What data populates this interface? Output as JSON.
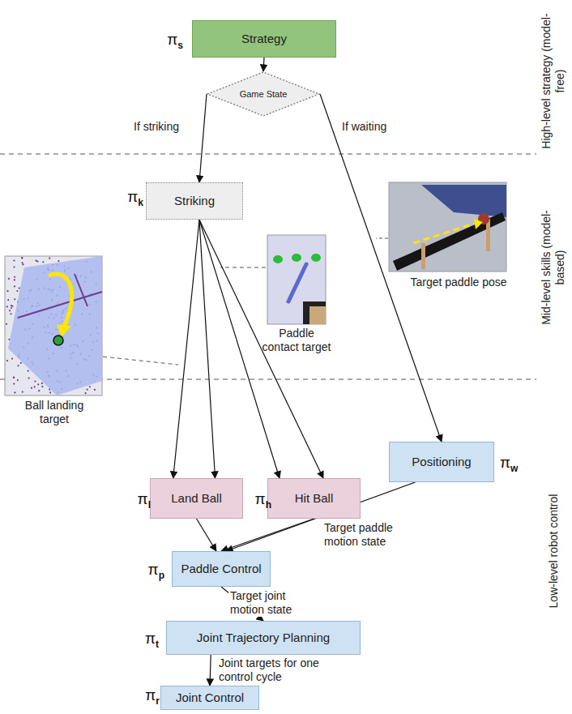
{
  "diagram": {
    "nodes": [
      {
        "text": [
          "Strategy",
          "πs"
        ]
      },
      {
        "text": [
          "Game State"
        ]
      },
      {
        "text": [
          "Striking",
          "πk"
        ]
      },
      {
        "text": [
          "Positioning",
          "πw"
        ]
      },
      {
        "text": [
          "Land Ball",
          "πl"
        ]
      },
      {
        "text": [
          "Hit Ball",
          "πh"
        ]
      },
      {
        "text": [
          "Paddle Control",
          "πp"
        ]
      },
      {
        "text": [
          "Joint Trajectory Planning",
          "πt"
        ]
      },
      {
        "text": [
          "Joint Control",
          "πr"
        ]
      }
    ],
    "edges": [
      {
        "from": 0,
        "to": 1,
        "arrow": "to"
      },
      {
        "from": 1,
        "to": 2,
        "label": "If striking",
        "arrow": "to"
      },
      {
        "from": 1,
        "to": 3,
        "label": "If waiting",
        "arrow": "to"
      },
      {
        "from": 2,
        "to": 4,
        "arrow": "to"
      },
      {
        "from": 2,
        "to": 4,
        "arrow": "to"
      },
      {
        "from": 2,
        "to": 5,
        "arrow": "to"
      },
      {
        "from": 2,
        "to": 5,
        "arrow": "to"
      },
      {
        "from": 4,
        "to": 6,
        "arrow": "to"
      },
      {
        "from": 5,
        "to": 6,
        "arrow": "to"
      },
      {
        "from": 3,
        "to": 6,
        "label": "Target paddle motion state",
        "arrow": "to"
      },
      {
        "from": 6,
        "to": 7,
        "label": "Target joint motion state",
        "arrow": "to"
      },
      {
        "from": 7,
        "to": 8,
        "label": "Joint targets for one control cycle",
        "arrow": "to"
      }
    ],
    "labels": [
      "High-level strategy (model-free)",
      "Mid-level skills (model-based)",
      "Low-level robot control",
      "Ball landing target",
      "Paddle contact target",
      "Target paddle pose"
    ]
  }
}
